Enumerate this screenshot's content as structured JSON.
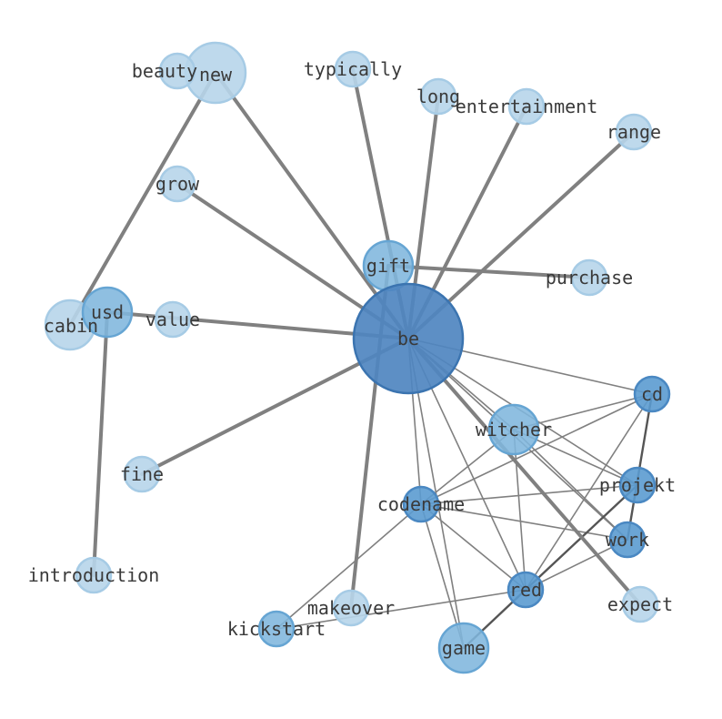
{
  "graph": {
    "nodes": [
      {
        "id": "be",
        "label": "be",
        "tier": "hub",
        "weight": 60
      },
      {
        "id": "gift",
        "label": "gift",
        "tier": "mid",
        "weight": 27
      },
      {
        "id": "usd",
        "label": "usd",
        "tier": "mid",
        "weight": 27
      },
      {
        "id": "witcher",
        "label": "witcher",
        "tier": "mid",
        "weight": 27
      },
      {
        "id": "game",
        "label": "game",
        "tier": "mid",
        "weight": 27
      },
      {
        "id": "cd",
        "label": "cd",
        "tier": "strong",
        "weight": 19
      },
      {
        "id": "projekt",
        "label": "projekt",
        "tier": "strong",
        "weight": 19
      },
      {
        "id": "work",
        "label": "work",
        "tier": "strong",
        "weight": 19
      },
      {
        "id": "red",
        "label": "red",
        "tier": "strong",
        "weight": 19
      },
      {
        "id": "codename",
        "label": "codename",
        "tier": "strong",
        "weight": 19
      },
      {
        "id": "kickstart",
        "label": "kickstart",
        "tier": "mid",
        "weight": 19
      },
      {
        "id": "new",
        "label": "new",
        "tier": "light",
        "weight": 33
      },
      {
        "id": "cabin",
        "label": "cabin",
        "tier": "light",
        "weight": 27
      },
      {
        "id": "beauty",
        "label": "beauty",
        "tier": "light",
        "weight": 19
      },
      {
        "id": "typically",
        "label": "typically",
        "tier": "light",
        "weight": 19
      },
      {
        "id": "long",
        "label": "long",
        "tier": "light",
        "weight": 19
      },
      {
        "id": "entertainment",
        "label": "entertainment",
        "tier": "light",
        "weight": 19
      },
      {
        "id": "range",
        "label": "range",
        "tier": "light",
        "weight": 19
      },
      {
        "id": "grow",
        "label": "grow",
        "tier": "light",
        "weight": 19
      },
      {
        "id": "purchase",
        "label": "purchase",
        "tier": "light",
        "weight": 19
      },
      {
        "id": "value",
        "label": "value",
        "tier": "light",
        "weight": 19
      },
      {
        "id": "fine",
        "label": "fine",
        "tier": "light",
        "weight": 19
      },
      {
        "id": "introduction",
        "label": "introduction",
        "tier": "light",
        "weight": 19
      },
      {
        "id": "makeover",
        "label": "makeover",
        "tier": "light",
        "weight": 19
      },
      {
        "id": "expect",
        "label": "expect",
        "tier": "light",
        "weight": 19
      }
    ],
    "edges": [
      {
        "source": "be",
        "target": "new",
        "kind": "strong"
      },
      {
        "source": "be",
        "target": "typically",
        "kind": "strong"
      },
      {
        "source": "be",
        "target": "long",
        "kind": "strong"
      },
      {
        "source": "be",
        "target": "entertainment",
        "kind": "strong"
      },
      {
        "source": "be",
        "target": "range",
        "kind": "strong"
      },
      {
        "source": "be",
        "target": "grow",
        "kind": "strong"
      },
      {
        "source": "be",
        "target": "usd",
        "kind": "strong"
      },
      {
        "source": "be",
        "target": "fine",
        "kind": "strong"
      },
      {
        "source": "be",
        "target": "expect",
        "kind": "strong"
      },
      {
        "source": "gift",
        "target": "purchase",
        "kind": "strong"
      },
      {
        "source": "gift",
        "target": "makeover",
        "kind": "strong"
      },
      {
        "source": "new",
        "target": "cabin",
        "kind": "strong"
      },
      {
        "source": "usd",
        "target": "introduction",
        "kind": "strong"
      },
      {
        "source": "be",
        "target": "cd",
        "kind": "thin"
      },
      {
        "source": "be",
        "target": "projekt",
        "kind": "thin"
      },
      {
        "source": "be",
        "target": "work",
        "kind": "thin"
      },
      {
        "source": "be",
        "target": "red",
        "kind": "thin"
      },
      {
        "source": "be",
        "target": "codename",
        "kind": "thin"
      },
      {
        "source": "be",
        "target": "game",
        "kind": "thin"
      },
      {
        "source": "be",
        "target": "witcher",
        "kind": "thin"
      },
      {
        "source": "witcher",
        "target": "cd",
        "kind": "thin"
      },
      {
        "source": "witcher",
        "target": "projekt",
        "kind": "thin"
      },
      {
        "source": "witcher",
        "target": "work",
        "kind": "thin"
      },
      {
        "source": "witcher",
        "target": "red",
        "kind": "thin"
      },
      {
        "source": "witcher",
        "target": "codename",
        "kind": "thin"
      },
      {
        "source": "cd",
        "target": "codename",
        "kind": "thin"
      },
      {
        "source": "cd",
        "target": "work",
        "kind": "dark"
      },
      {
        "source": "cd",
        "target": "red",
        "kind": "thin"
      },
      {
        "source": "projekt",
        "target": "codename",
        "kind": "thin"
      },
      {
        "source": "projekt",
        "target": "red",
        "kind": "dark"
      },
      {
        "source": "work",
        "target": "codename",
        "kind": "thin"
      },
      {
        "source": "work",
        "target": "red",
        "kind": "thin"
      },
      {
        "source": "red",
        "target": "codename",
        "kind": "thin"
      },
      {
        "source": "red",
        "target": "game",
        "kind": "dark"
      },
      {
        "source": "red",
        "target": "kickstart",
        "kind": "thin"
      },
      {
        "source": "codename",
        "target": "kickstart",
        "kind": "thin"
      },
      {
        "source": "codename",
        "target": "game",
        "kind": "thin"
      }
    ]
  },
  "colors": {
    "hub_fill": "#4f86c0",
    "hub_stroke": "#3b74b0",
    "strong_fill": "#5b9bd0",
    "strong_stroke": "#4a88c2",
    "mid_fill": "#7fb6dd",
    "mid_stroke": "#66a5d3",
    "light_fill": "#b7d5ea",
    "light_stroke": "#a6cbe5",
    "edge_strong": "#808080",
    "edge_thin": "#808080",
    "edge_dark": "#555555",
    "label": "#3a3a3a"
  }
}
